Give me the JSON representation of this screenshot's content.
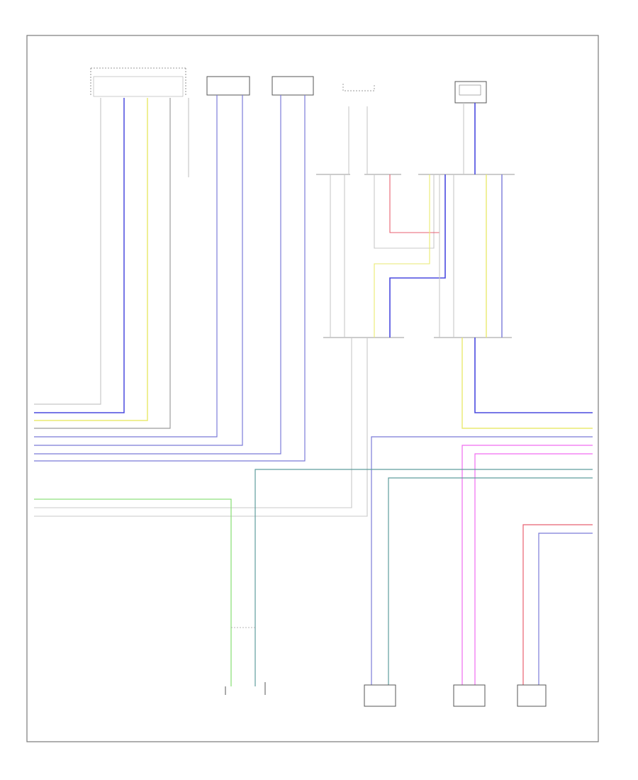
{
  "diagram": {
    "figure_id": "",
    "colors": {
      "frame": "#7a7a7a",
      "component": "#555555",
      "black_wire": "#9c9c9c",
      "grey_wire": "#c8c8c8",
      "white_wire": "#d4d4d4",
      "blue_wire": "#4a4adf",
      "violet_wire": "#7b7bd8",
      "yellow_wire": "#eaea70",
      "green_wire": "#8fe07d",
      "teal_wire": "#5f9d9d",
      "pink_wire": "#f06cf0",
      "red_wire": "#e86070"
    },
    "top_components": [
      {
        "id": "hvac_module",
        "label": "",
        "pins": [
          "",
          "",
          "",
          "",
          ""
        ]
      },
      {
        "id": "left_speaker_top",
        "label": "",
        "pins": [
          "",
          ""
        ]
      },
      {
        "id": "right_speaker_top",
        "label": "",
        "pins": [
          "",
          ""
        ]
      },
      {
        "id": "antenna_amp_1",
        "label": "",
        "pins": [
          "",
          ""
        ]
      },
      {
        "id": "antenna_amp_2",
        "label": "",
        "pins": [
          "",
          ""
        ]
      }
    ],
    "bottom_components": [
      {
        "id": "receiver_module",
        "label": ""
      },
      {
        "id": "lf_door_speaker",
        "label": ""
      },
      {
        "id": "rf_door_speaker",
        "label": ""
      },
      {
        "id": "subwoofer",
        "label": ""
      }
    ],
    "connectors": [
      {
        "id": "c_top_left",
        "label": ""
      },
      {
        "id": "c_top_mid",
        "label": ""
      },
      {
        "id": "c_top_right1",
        "label": ""
      },
      {
        "id": "c_top_right2",
        "label": ""
      }
    ],
    "wire_labels": {
      "left_group": [
        "",
        "",
        "",
        "",
        "",
        "",
        "",
        "",
        ""
      ],
      "left_lower": [
        "",
        "",
        ""
      ],
      "right_group": [
        "",
        "",
        "",
        "",
        "",
        "",
        ""
      ],
      "right_lower": [
        "",
        ""
      ]
    },
    "annotations": {
      "left_note": "",
      "mid_note": ""
    }
  }
}
